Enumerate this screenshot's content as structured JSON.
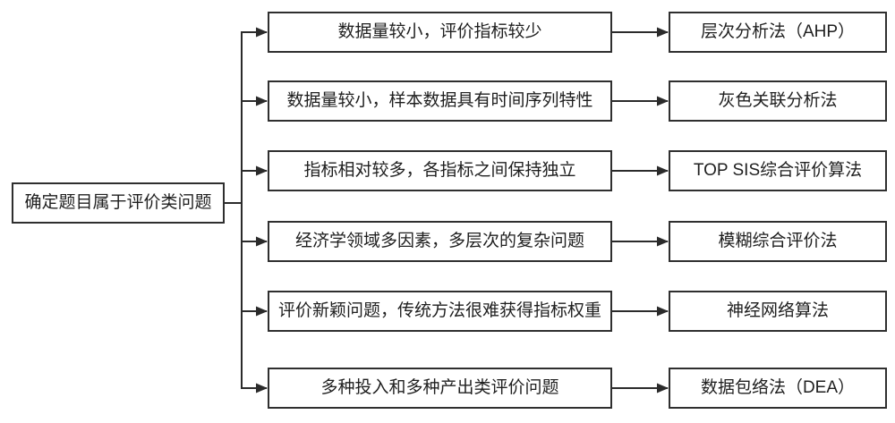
{
  "diagram": {
    "root": {
      "label": "确定题目属于评价类问题"
    },
    "rows": [
      {
        "condition": "数据量较小，评价指标较少",
        "method": "层次分析法（AHP）"
      },
      {
        "condition": "数据量较小，样本数据具有时间序列特性",
        "method": "灰色关联分析法"
      },
      {
        "condition": "指标相对较多，各指标之间保持独立",
        "method": "TOP SIS综合评价算法"
      },
      {
        "condition": "经济学领域多因素，多层次的复杂问题",
        "method": "模糊综合评价法"
      },
      {
        "condition": "评价新颖问题，传统方法很难获得指标权重",
        "method": "神经网络算法"
      },
      {
        "condition": "多种投入和多种产出类评价问题",
        "method": "数据包络法（DEA）"
      }
    ],
    "colors": {
      "line": "#2b2b2b",
      "box_border": "#2f2f2f",
      "background": "#ffffff",
      "text": "#1f1f1f"
    }
  }
}
